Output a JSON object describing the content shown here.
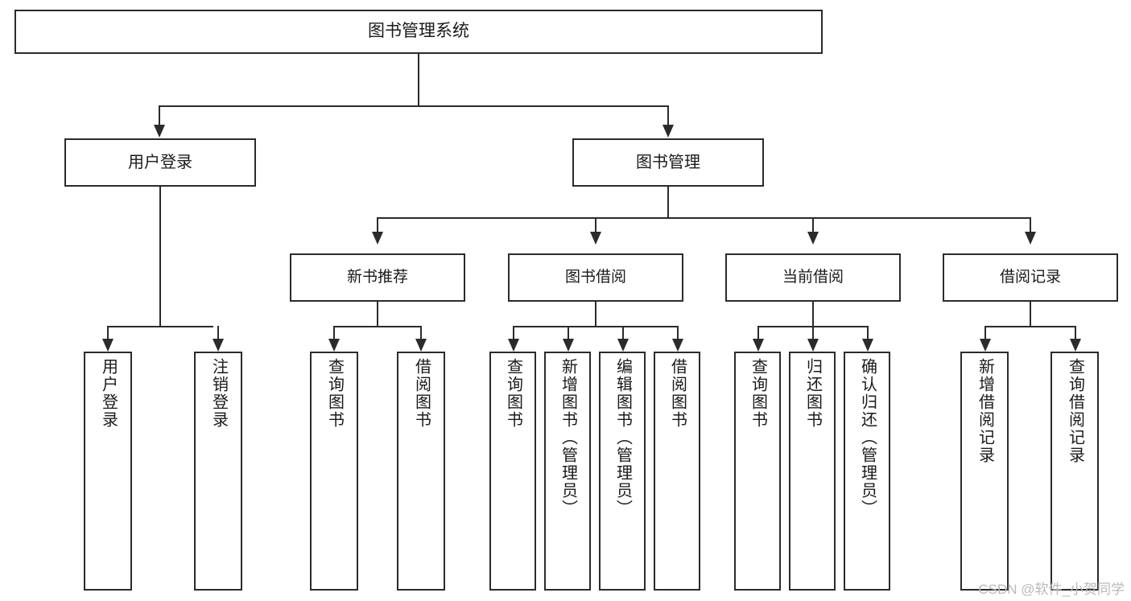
{
  "diagram": {
    "title": "图书管理系统",
    "type": "tree",
    "background_color": "#ffffff",
    "line_color": "#2b2b2b",
    "box_fill": "#ffffff"
  },
  "root": {
    "label": "图书管理系统"
  },
  "level2": [
    {
      "id": "user-login",
      "label": "用户登录"
    },
    {
      "id": "book-management",
      "label": "图书管理"
    }
  ],
  "level3": [
    {
      "id": "new-book-recommend",
      "label": "新书推荐",
      "parent": "book-management"
    },
    {
      "id": "book-borrow",
      "label": "图书借阅",
      "parent": "book-management"
    },
    {
      "id": "current-borrow",
      "label": "当前借阅",
      "parent": "book-management"
    },
    {
      "id": "borrow-record",
      "label": "借阅记录",
      "parent": "book-management"
    }
  ],
  "leaves": {
    "user-login": [
      {
        "id": "leaf-user-login",
        "label": "用户登录"
      },
      {
        "id": "leaf-user-logout",
        "label": "注销登录"
      }
    ],
    "new-book-recommend": [
      {
        "id": "leaf-query-book-1",
        "label": "查询图书"
      },
      {
        "id": "leaf-borrow-book-1",
        "label": "借阅图书"
      }
    ],
    "book-borrow": [
      {
        "id": "leaf-query-book-2",
        "label": "查询图书"
      },
      {
        "id": "leaf-add-book",
        "label": "新增图书（管理员）"
      },
      {
        "id": "leaf-edit-book",
        "label": "编辑图书（管理员）"
      },
      {
        "id": "leaf-borrow-book-2",
        "label": "借阅图书"
      }
    ],
    "current-borrow": [
      {
        "id": "leaf-query-book-3",
        "label": "查询图书"
      },
      {
        "id": "leaf-return-book",
        "label": "归还图书"
      },
      {
        "id": "leaf-confirm-return",
        "label": "确认归还（管理员）"
      }
    ],
    "borrow-record": [
      {
        "id": "leaf-add-record",
        "label": "新增借阅记录"
      },
      {
        "id": "leaf-query-record",
        "label": "查询借阅记录"
      }
    ]
  },
  "watermark": {
    "text": "CSDN @软件_小贺同学"
  }
}
